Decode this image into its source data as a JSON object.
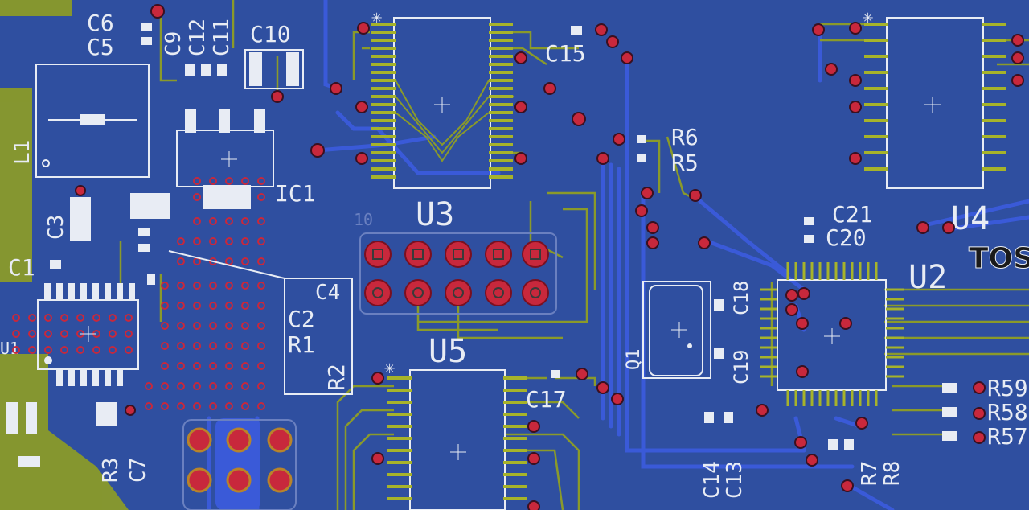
{
  "colors": {
    "board": "#2f4fa0",
    "copper_top": "#8a9a2a",
    "copper_bottom": "#3a5ad8",
    "silkscreen": "#e8ecf4",
    "drill": "#c8283c",
    "pad_top": "#a6b32a"
  },
  "labels": {
    "c6": "C6",
    "c5": "C5",
    "c9": "C9",
    "c12": "C12",
    "c11": "C11",
    "c10": "C10",
    "c15": "C15",
    "l1": "L1",
    "ic1": "IC1",
    "c3": "C3",
    "c1": "C1",
    "c4": "C4",
    "c2": "C2",
    "r1": "R1",
    "r2": "R2",
    "u3": "U3",
    "u5": "U5",
    "r6": "R6",
    "r5": "R5",
    "c21": "C21",
    "c20": "C20",
    "u4": "U4",
    "u2": "U2",
    "tos": "TOS",
    "q1": "Q1",
    "c19": "C19",
    "c18": "C18",
    "c17": "C17",
    "c14": "C14",
    "c13": "C13",
    "r7": "R7",
    "r8": "R8",
    "r3": "R3",
    "c7": "C7",
    "r59": "R59",
    "r58": "R58",
    "r57": "R57",
    "u1": "U1",
    "pin10": "10"
  }
}
